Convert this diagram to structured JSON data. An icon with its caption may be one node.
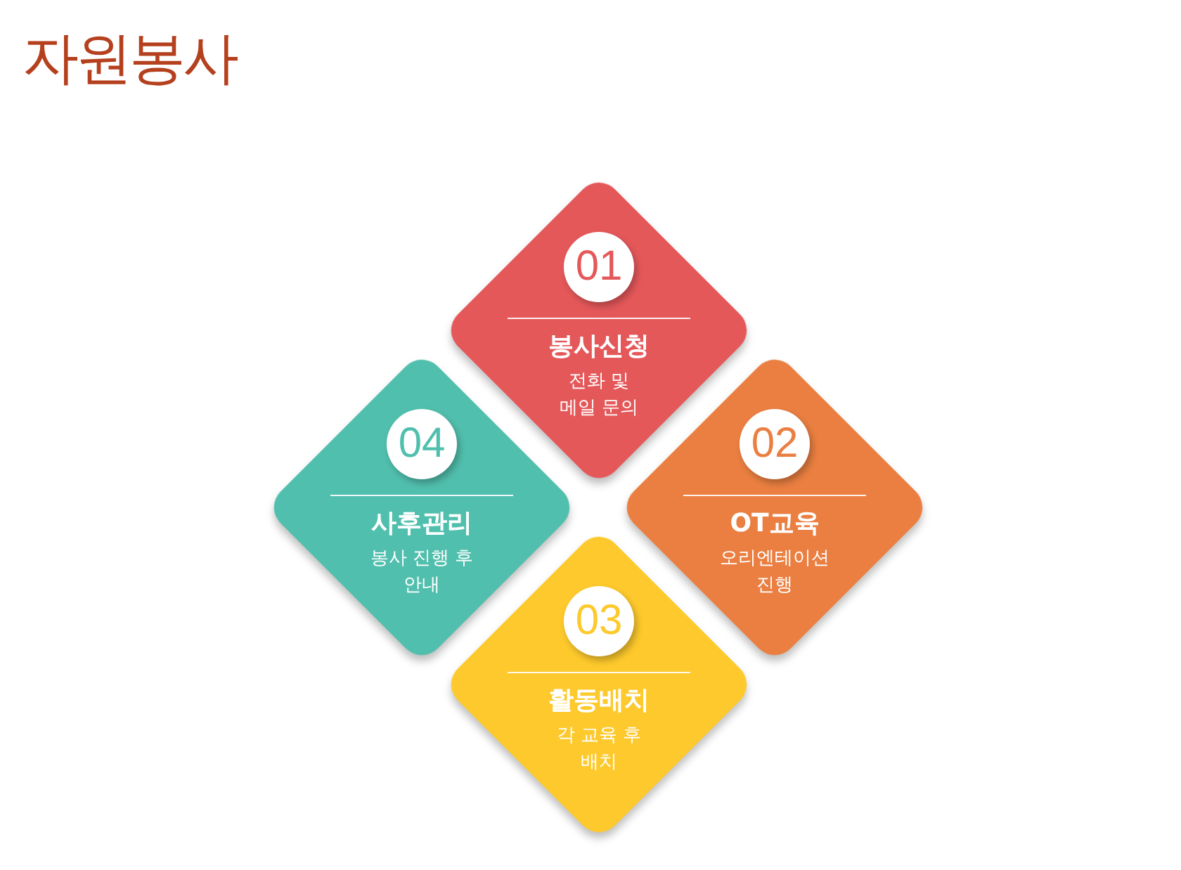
{
  "diagram": {
    "title": "자원봉사",
    "nodes": [
      {
        "text": [
          "01",
          "봉사신청",
          "전화 및 메일 문의"
        ]
      },
      {
        "text": [
          "02",
          "OT교육",
          "오리엔테이션 진행"
        ]
      },
      {
        "text": [
          "03",
          "활동배치",
          "각 교육 후 배치"
        ]
      },
      {
        "text": [
          "04",
          "사후관리",
          "봉사 진행 후 안내"
        ]
      }
    ]
  }
}
